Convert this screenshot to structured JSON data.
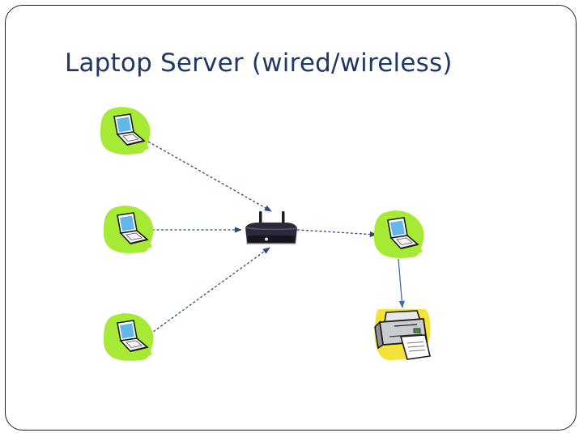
{
  "slide": {
    "title": "Laptop Server (wired/wireless)"
  },
  "colors": {
    "title_text": "#1F3864",
    "wireless_link": "#2F4A7A",
    "wired_link": "#3A6AA8",
    "laptop_blob": "#A7EA36",
    "laptop_screen": "#5FB7EA",
    "router_body": "#2A2A3A",
    "printer_body": "#C9CCD0"
  },
  "diagram": {
    "nodes": [
      {
        "id": "laptop-top-left",
        "kind": "laptop"
      },
      {
        "id": "laptop-middle-left",
        "kind": "laptop"
      },
      {
        "id": "laptop-bottom-left",
        "kind": "laptop"
      },
      {
        "id": "wireless-router",
        "kind": "router"
      },
      {
        "id": "laptop-server",
        "kind": "laptop"
      },
      {
        "id": "printer",
        "kind": "printer"
      }
    ],
    "links": [
      {
        "from": "laptop-top-left",
        "to": "wireless-router",
        "style": "dashed",
        "arrow": true
      },
      {
        "from": "laptop-middle-left",
        "to": "wireless-router",
        "style": "dashed",
        "arrow": true
      },
      {
        "from": "laptop-bottom-left",
        "to": "wireless-router",
        "style": "dashed",
        "arrow": true
      },
      {
        "from": "wireless-router",
        "to": "laptop-server",
        "style": "dashed",
        "arrow": true
      },
      {
        "from": "laptop-server",
        "to": "printer",
        "style": "solid",
        "arrow": true
      }
    ]
  }
}
